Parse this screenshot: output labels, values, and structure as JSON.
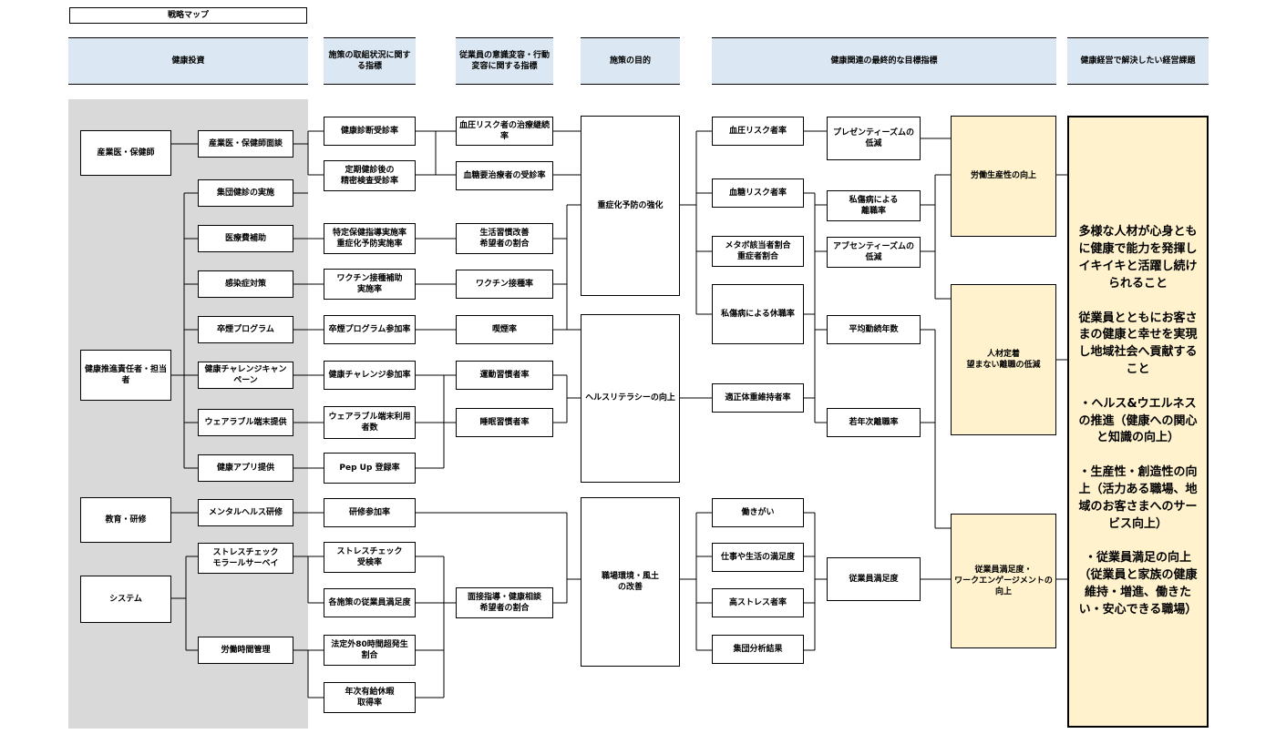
{
  "title": "戦略マップ",
  "headers": [
    "健康投資",
    "施策の取組状況に関する指標",
    "従業員の意識変容・行動変容に関する指標",
    "施策の目的",
    "健康関連の最終的な目標指標",
    "健康経営で解決したい経営課題"
  ],
  "col_investors": [
    "産業医・保健師",
    "健康推進責任者・担当者",
    "教育・研修",
    "システム"
  ],
  "col_measures": [
    "産業医・保健師面談",
    "集団健診の実施",
    "医療費補助",
    "感染症対策",
    "卒煙プログラム",
    "健康チャレンジキャンペーン",
    "ウェアラブル端末提供",
    "健康アプリ提供",
    "メンタルヘルス研修",
    "ストレスチェック\nモラールサーベイ",
    "労働時間管理"
  ],
  "col_indicators": [
    "健康診断受診率",
    "定期健診後の\n精密検査受診率",
    "特定保健指導実施率\n重症化予防実施率",
    "ワクチン接種補助\n実施率",
    "卒煙プログラム参加率",
    "健康チャレンジ参加率",
    "ウェアラブル端末利用者数",
    "Pep Up 登録率",
    "研修参加率",
    "ストレスチェック\n受検率",
    "各施策の従業員満足度",
    "法定外80時間超発生\n割合",
    "年次有給休暇\n取得率"
  ],
  "col_behavior": [
    "血圧リスク者の治療継続率",
    "血糖要治療者の受診率",
    "生活習慣改善\n希望者の割合",
    "ワクチン接種率",
    "喫煙率",
    "運動習慣者率",
    "睡眠習慣者率",
    "面接指導・健康相談\n希望者の割合"
  ],
  "col_purpose": [
    "重症化予防の強化",
    "ヘルスリテラシーの向上",
    "職場環境・風土\nの改善"
  ],
  "col_metric_a": [
    "血圧リスク者率",
    "血糖リスク者率",
    "メタボ該当者割合\n重症者割合",
    "私傷病による休職率",
    "適正体重維持者率",
    "働きがい",
    "仕事や生活の満足度",
    "高ストレス者率",
    "集団分析結果"
  ],
  "col_metric_b": [
    "プレゼンティーズムの低減",
    "私傷病による\n離職率",
    "アブセンティーズムの低減",
    "平均勤続年数",
    "若年次離職率",
    "従業員満足度"
  ],
  "col_goals": [
    "労働生産性の向上",
    "人材定着\n望まない離職の低減",
    "従業員満足度・\nワークエンゲージメントの向上"
  ],
  "issues": "多様な人材が心身ともに健康で能力を発揮しイキイキと活躍し続けられること\n\n従業員とともにお客さまの健康と幸せを実現し地域社会へ貢献すること\n\n・ヘルス&ウエルネスの推進（健康への関心と知識の向上）\n\n・生産性・創造性の向上（活力ある職場、地域のお客さまへのサービス向上）\n\n・従業員満足の向上（従業員と家族の健康維持・増進、働きたい・安心できる職場）"
}
